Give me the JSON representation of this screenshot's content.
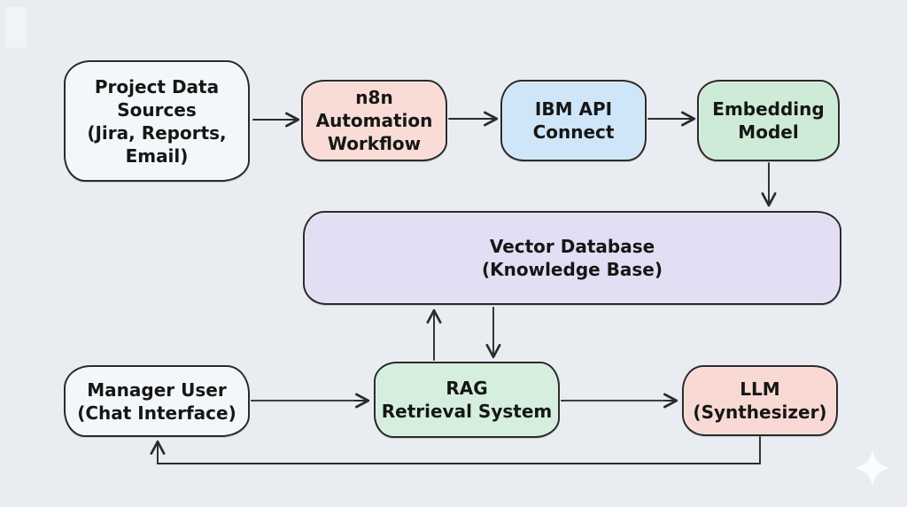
{
  "diagram": {
    "title": "RAG pipeline flowchart",
    "nodes": {
      "project_data_sources": {
        "label": "Project Data\nSources\n(Jira, Reports,\nEmail)",
        "fill": "#f4f7f9"
      },
      "n8n_workflow": {
        "label": "n8n\nAutomation\nWorkflow",
        "fill": "#f9dcd6"
      },
      "ibm_api_connect": {
        "label": "IBM API\nConnect",
        "fill": "#cfe5f8"
      },
      "embedding_model": {
        "label": "Embedding\nModel",
        "fill": "#cdebd6"
      },
      "vector_database": {
        "label": "Vector Database\n(Knowledge Base)",
        "fill": "#e3def4"
      },
      "manager_user": {
        "label": "Manager User\n(Chat Interface)",
        "fill": "#f4f7f9"
      },
      "rag_retrieval": {
        "label": "RAG\nRetrieval System",
        "fill": "#d5eedd"
      },
      "llm_synthesizer": {
        "label": "LLM\n(Synthesizer)",
        "fill": "#f9d9d4"
      }
    },
    "edges": [
      {
        "from": "project_data_sources",
        "to": "n8n_workflow"
      },
      {
        "from": "n8n_workflow",
        "to": "ibm_api_connect"
      },
      {
        "from": "ibm_api_connect",
        "to": "embedding_model"
      },
      {
        "from": "embedding_model",
        "to": "vector_database"
      },
      {
        "from": "rag_retrieval",
        "to": "vector_database"
      },
      {
        "from": "vector_database",
        "to": "rag_retrieval"
      },
      {
        "from": "manager_user",
        "to": "rag_retrieval"
      },
      {
        "from": "rag_retrieval",
        "to": "llm_synthesizer"
      },
      {
        "from": "llm_synthesizer",
        "to": "manager_user"
      }
    ],
    "colors": {
      "background": "#e9edf2",
      "stroke": "#2b2b2b",
      "text": "#161616",
      "sparkle": "#fbfdfe"
    }
  }
}
